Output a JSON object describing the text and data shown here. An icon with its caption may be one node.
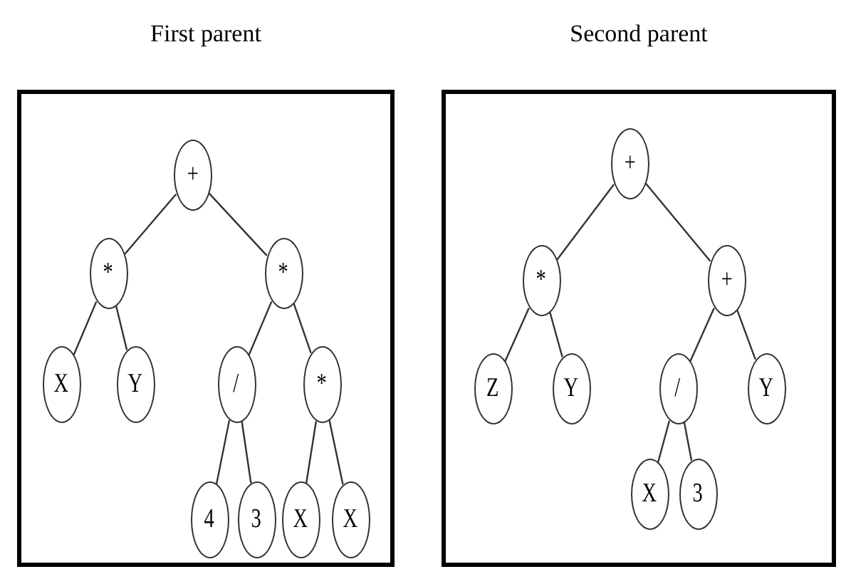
{
  "diagram": {
    "nodes": [
      {
        "text": [
          "First parent"
        ]
      },
      {
        "text": [
          "+"
        ],
        "in": 0
      },
      {
        "text": [
          "*"
        ],
        "in": 0
      },
      {
        "text": [
          "*"
        ],
        "in": 0
      },
      {
        "text": [
          "X"
        ],
        "in": 0
      },
      {
        "text": [
          "Y"
        ],
        "in": 0
      },
      {
        "text": [
          "/"
        ],
        "in": 0
      },
      {
        "text": [
          "*"
        ],
        "in": 0
      },
      {
        "text": [
          "4"
        ],
        "in": 0
      },
      {
        "text": [
          "3"
        ],
        "in": 0
      },
      {
        "text": [
          "X"
        ],
        "in": 0
      },
      {
        "text": [
          "X"
        ],
        "in": 0
      },
      {
        "text": [
          "Second parent"
        ]
      },
      {
        "text": [
          "+"
        ],
        "in": 12
      },
      {
        "text": [
          "*"
        ],
        "in": 12
      },
      {
        "text": [
          "+"
        ],
        "in": 12
      },
      {
        "text": [
          "Z"
        ],
        "in": 12
      },
      {
        "text": [
          "Y"
        ],
        "in": 12
      },
      {
        "text": [
          "/"
        ],
        "in": 12
      },
      {
        "text": [
          "Y"
        ],
        "in": 12
      },
      {
        "text": [
          "X"
        ],
        "in": 12
      },
      {
        "text": [
          "3"
        ],
        "in": 12
      }
    ],
    "edges": [
      {
        "from": 1,
        "to": 2,
        "arrow": "none"
      },
      {
        "from": 1,
        "to": 3,
        "arrow": "none"
      },
      {
        "from": 2,
        "to": 4,
        "arrow": "none"
      },
      {
        "from": 2,
        "to": 5,
        "arrow": "none"
      },
      {
        "from": 3,
        "to": 6,
        "arrow": "none"
      },
      {
        "from": 3,
        "to": 7,
        "arrow": "none"
      },
      {
        "from": 6,
        "to": 8,
        "arrow": "none"
      },
      {
        "from": 6,
        "to": 9,
        "arrow": "none"
      },
      {
        "from": 7,
        "to": 10,
        "arrow": "none"
      },
      {
        "from": 7,
        "to": 11,
        "arrow": "none"
      },
      {
        "from": 13,
        "to": 14,
        "arrow": "none"
      },
      {
        "from": 13,
        "to": 15,
        "arrow": "none"
      },
      {
        "from": 14,
        "to": 16,
        "arrow": "none"
      },
      {
        "from": 14,
        "to": 17,
        "arrow": "none"
      },
      {
        "from": 15,
        "to": 18,
        "arrow": "none"
      },
      {
        "from": 15,
        "to": 19,
        "arrow": "none"
      },
      {
        "from": 18,
        "to": 20,
        "arrow": "none"
      },
      {
        "from": 18,
        "to": 21,
        "arrow": "none"
      }
    ]
  }
}
